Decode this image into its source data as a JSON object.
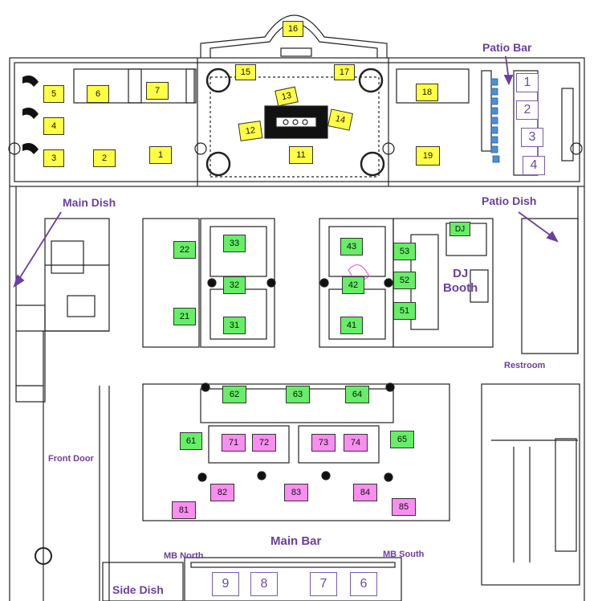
{
  "labels": {
    "patio_bar": "Patio Bar",
    "main_dish": "Main Dish",
    "patio_dish": "Patio Dish",
    "dj_booth": "DJ\nBooth",
    "dj": "DJ",
    "restroom": "Restroom",
    "front_door": "Front Door",
    "main_bar": "Main Bar",
    "mb_north": "MB North",
    "mb_south": "MB South",
    "side_dish": "Side Dish"
  },
  "colors": {
    "yellow": "#ffff44",
    "green": "#66ee66",
    "pink": "#f88ef0",
    "label_purple": "#6b3fa0"
  },
  "tables": {
    "t1": "1",
    "t2": "2",
    "t3": "3",
    "t4": "4",
    "t5": "5",
    "t6": "6",
    "t7": "7",
    "t11": "11",
    "t12": "12",
    "t13": "13",
    "t14": "14",
    "t15": "15",
    "t16": "16",
    "t17": "17",
    "t18": "18",
    "t19": "19",
    "t21": "21",
    "t22": "22",
    "t31": "31",
    "t32": "32",
    "t33": "33",
    "t41": "41",
    "t42": "42",
    "t43": "43",
    "t51": "51",
    "t52": "52",
    "t53": "53",
    "t61": "61",
    "t62": "62",
    "t63": "63",
    "t64": "64",
    "t65": "65",
    "t71": "71",
    "t72": "72",
    "t73": "73",
    "t74": "74",
    "t81": "81",
    "t82": "82",
    "t83": "83",
    "t84": "84",
    "t85": "85"
  },
  "patio_bar_stations": [
    "1",
    "2",
    "3",
    "4"
  ],
  "main_bar_stations": [
    "9",
    "8",
    "7",
    "6"
  ]
}
